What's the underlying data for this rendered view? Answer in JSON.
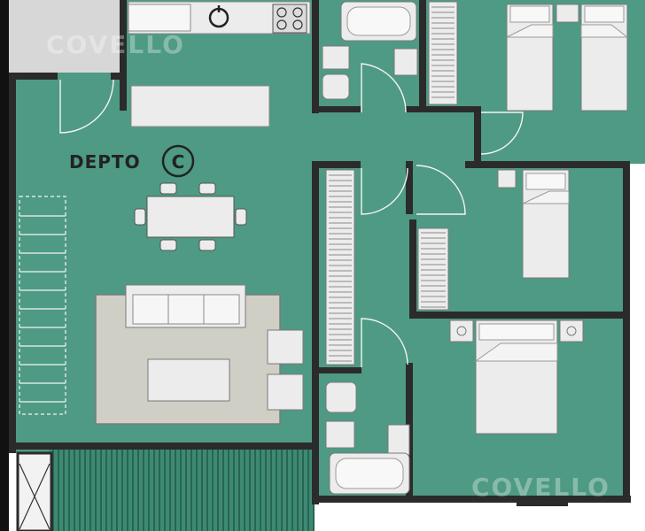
{
  "plan": {
    "room_label": "DEPTO",
    "unit_letter": "C",
    "watermarks": [
      "COVELLO",
      "COVELLO"
    ]
  },
  "colors": {
    "floor": "#4e9a84",
    "wall": "#2b2b2b",
    "furniture": "#ececec",
    "furniture_stroke": "#8a8a8a",
    "rug": "#cfcfc6",
    "exterior": "#ffffff",
    "terrace": "#3d8a73"
  }
}
